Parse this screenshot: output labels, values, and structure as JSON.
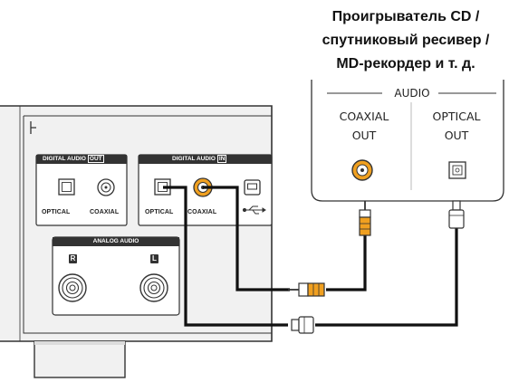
{
  "source_device": {
    "title_lines": [
      "Проигрыватель CD /",
      "спутниковый ресивер /",
      "MD-рекордер и т. д."
    ],
    "audio_group_label": "AUDIO",
    "outputs": [
      {
        "label_top": "COAXIAL",
        "label_bottom": "OUT"
      },
      {
        "label_top": "OPTICAL",
        "label_bottom": "OUT"
      }
    ]
  },
  "receiver_panel": {
    "digital_out": {
      "title": "DIGITAL AUDIO",
      "badge": "OUT"
    },
    "digital_in": {
      "title": "DIGITAL AUDIO",
      "badge": "IN"
    },
    "analog": {
      "title": "ANALOG AUDIO",
      "left_badge": "R",
      "right_badge": "L"
    },
    "jack_labels": {
      "out_optical": "OPTICAL",
      "out_coaxial": "COAXIAL",
      "in_optical": "OPTICAL",
      "in_coaxial": "COAXIAL"
    }
  },
  "colors": {
    "panel": "#f1f1f1",
    "panel_border": "#333333",
    "coaxial_accent": "#f0a020",
    "cable": "#111111"
  },
  "icons": [
    "usb-icon",
    "usb-port-icon",
    "optical-jack-icon",
    "coaxial-jack-icon",
    "rca-plug-icon",
    "optical-plug-icon"
  ]
}
